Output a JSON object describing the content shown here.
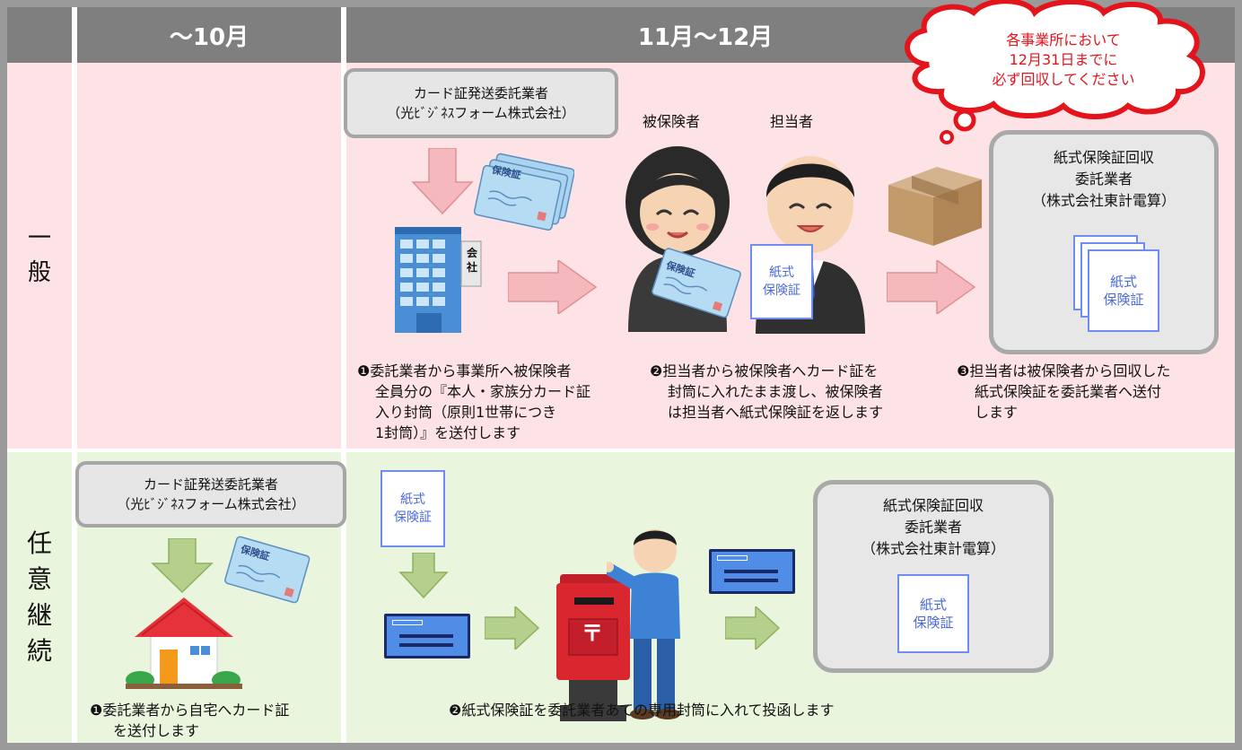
{
  "header": {
    "col_oct": "～10月",
    "col_nov_dec": "11月～12月"
  },
  "callout": {
    "line1": "各事業所において",
    "line2": "12月31日までに",
    "line3": "必ず回収してください"
  },
  "rows": {
    "general": {
      "label_chars": [
        "一",
        "般"
      ]
    },
    "voluntary": {
      "label_chars": [
        "任",
        "意",
        "継",
        "続"
      ]
    }
  },
  "general": {
    "sender_box": {
      "line1": "カード証発送委託業者",
      "line2": "（光ﾋﾞｼﾞﾈｽフォーム株式会社）"
    },
    "insured_label": "被保険者",
    "staff_label": "担当者",
    "collector_box": {
      "line1": "紙式保険証回収",
      "line2": "委託業者",
      "line3": "（株式会社東計電算）"
    },
    "card_text": "保険証",
    "building_sign": "会社",
    "paper_card": {
      "line1": "紙式",
      "line2": "保険証"
    },
    "step1": {
      "line1": "❶委託業者から事業所へ被保険者",
      "line2": "全員分の『本人・家族分カード証",
      "line3": "入り封筒（原則1世帯につき",
      "line4": "1封筒）』を送付します"
    },
    "step2": {
      "line1": "❷担当者から被保険者へカード証を",
      "line2": "封筒に入れたまま渡し、被保険者",
      "line3": "は担当者へ紙式保険証を返します"
    },
    "step3": {
      "line1": "❸担当者は被保険者から回収した",
      "line2": "紙式保険証を委託業者へ送付",
      "line3": "します"
    }
  },
  "voluntary": {
    "sender_box": {
      "line1": "カード証発送委託業者",
      "line2": "（光ﾋﾞｼﾞﾈｽフォーム株式会社）"
    },
    "collector_box": {
      "line1": "紙式保険証回収",
      "line2": "委託業者",
      "line3": "（株式会社東計電算）"
    },
    "card_text": "保険証",
    "paper_card": {
      "line1": "紙式",
      "line2": "保険証"
    },
    "post_mark": "〒",
    "step1": {
      "line1": "❶委託業者から自宅へカード証",
      "line2": "を送付します"
    },
    "step2": "❷紙式保険証を委託業者あての専用封筒に入れて投函します"
  },
  "colors": {
    "header_bg": "#7f7f7f",
    "general_bg": "#fde3e5",
    "voluntary_bg": "#e9f5dc",
    "pink_arrow": "#f5b8bd",
    "green_arrow": "#b5cf8c",
    "callout_border": "#e3141b"
  }
}
